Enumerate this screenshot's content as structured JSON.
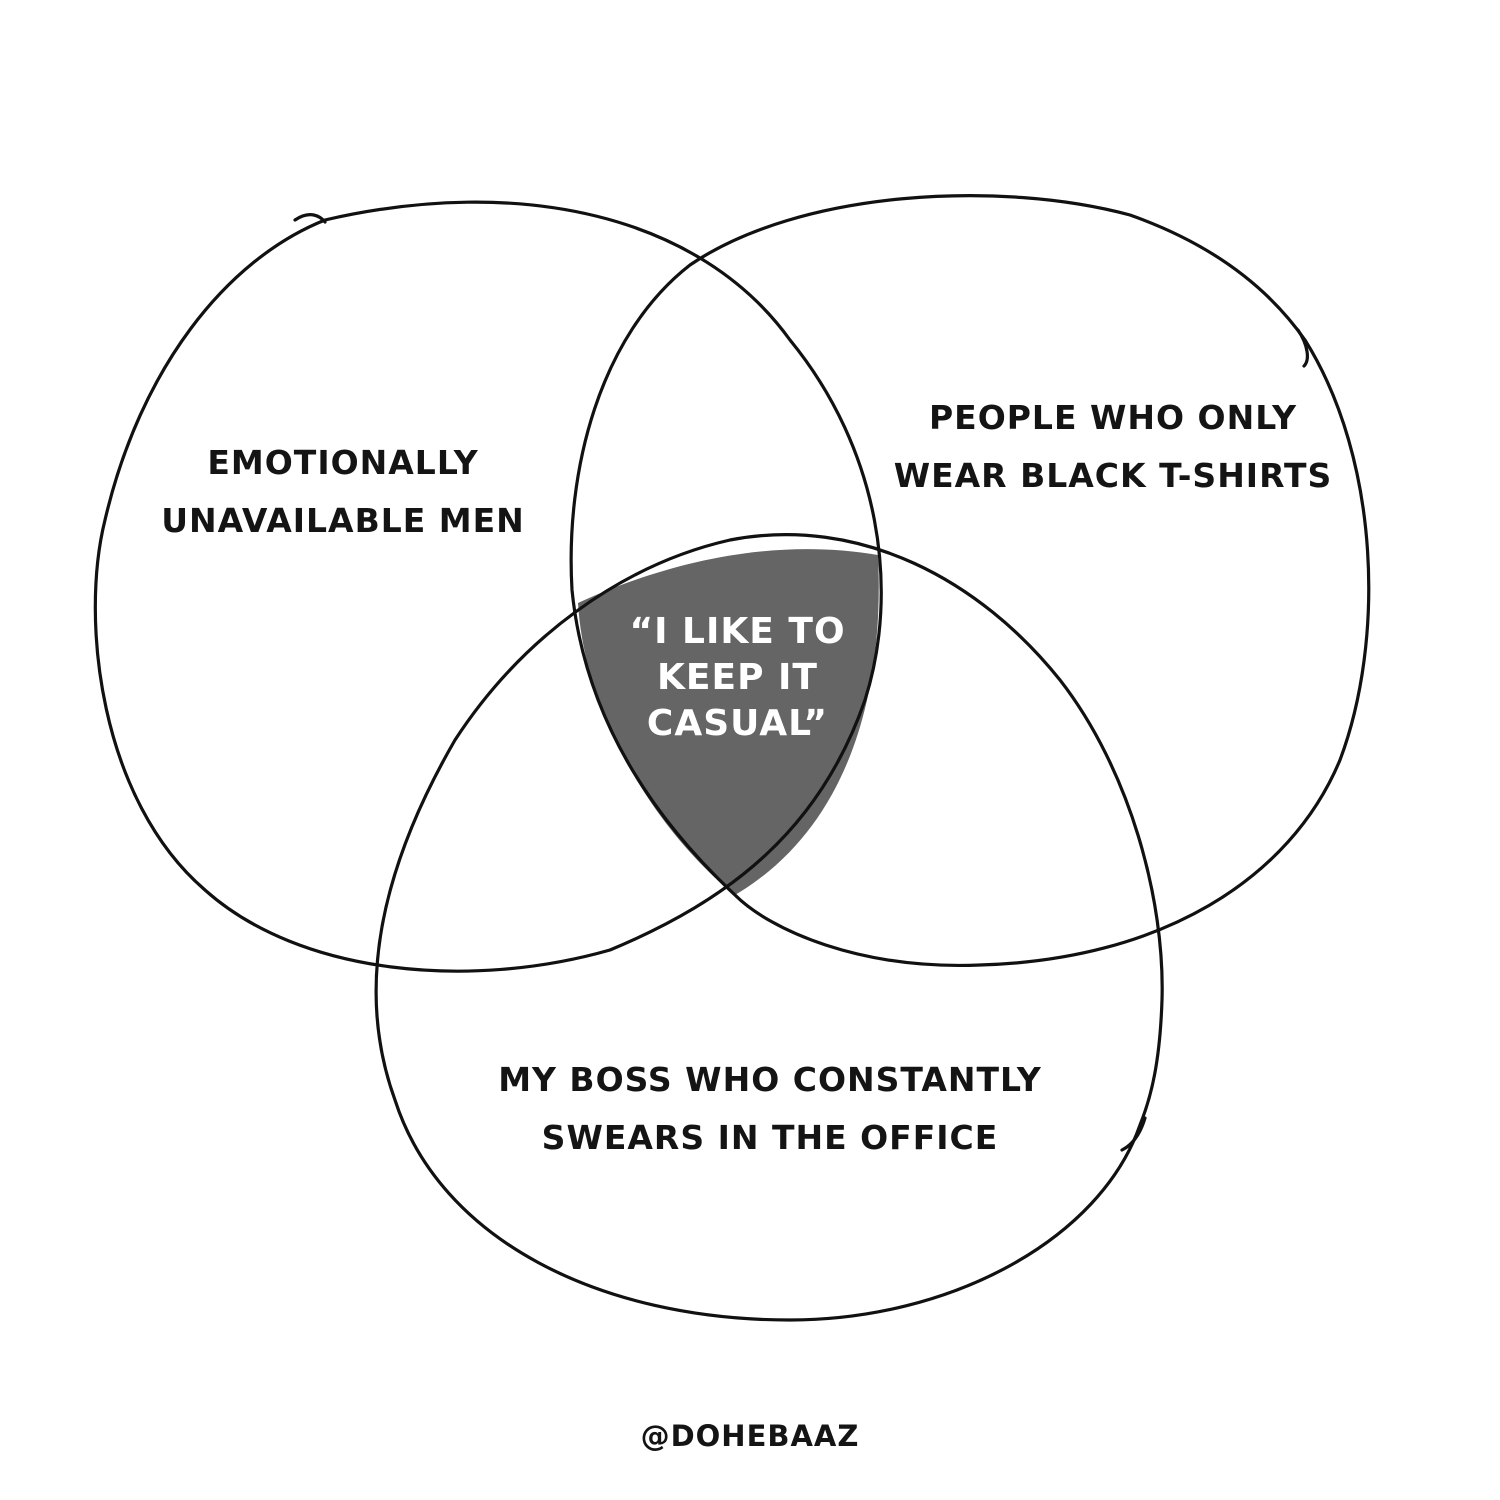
{
  "diagram": {
    "type": "venn",
    "sets": [
      {
        "id": "a",
        "lines": [
          "EMOTIONALLY",
          "UNAVAILABLE MEN"
        ]
      },
      {
        "id": "b",
        "lines": [
          "PEOPLE WHO ONLY",
          "WEAR BLACK T-SHIRTS"
        ]
      },
      {
        "id": "c",
        "lines": [
          "MY BOSS WHO CONSTANTLY",
          "SWEARS IN THE OFFICE"
        ]
      }
    ],
    "intersection": {
      "sets": [
        "a",
        "b",
        "c"
      ],
      "lines": [
        "“I LIKE TO",
        "KEEP IT",
        "CASUAL”"
      ],
      "fill_color": "#656565",
      "text_color": "#ffffff"
    },
    "outline_color": "#111111"
  },
  "credit": "@DOHEBAAZ"
}
